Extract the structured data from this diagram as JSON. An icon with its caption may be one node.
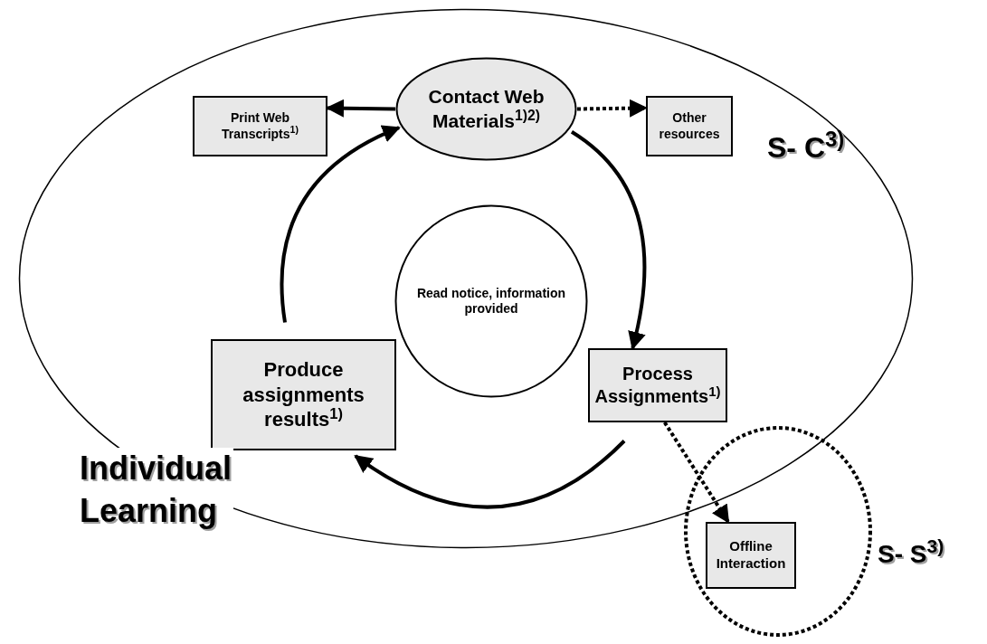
{
  "diagram": {
    "nodes": [
      {
        "text": [
          "S- C$^{3)}$"
        ]
      },
      {
        "text": [
          "Contact Web Materials$^{1)2)}$"
        ],
        "in": 0
      },
      {
        "text": [
          "Print Web Transcripts$^{1)}$"
        ],
        "in": 0
      },
      {
        "text": [
          "Other resources"
        ],
        "in": 0
      },
      {
        "text": [
          "Read notice, information provided"
        ],
        "in": 0
      },
      {
        "text": [
          "Produce assignments results$^{1)}$"
        ],
        "in": 0
      },
      {
        "text": [
          "Process Assignments$^{1)}$"
        ],
        "in": 0
      },
      {
        "text": [
          "S- S$^{3)}$"
        ]
      },
      {
        "text": [
          "Offline Interaction"
        ],
        "in": 7
      }
    ],
    "edges": [
      {
        "from": 1,
        "to": 2,
        "arrow": "to"
      },
      {
        "from": 1,
        "to": 3,
        "arrow": "to",
        "style": "dashed"
      },
      {
        "from": 1,
        "to": 6,
        "arrow": "to"
      },
      {
        "from": 6,
        "to": 5,
        "arrow": "to"
      },
      {
        "from": 5,
        "to": 1,
        "arrow": "to"
      },
      {
        "from": 6,
        "to": 8,
        "arrow": "to",
        "style": "dashed"
      }
    ],
    "labels": [
      "Individual Learning"
    ]
  }
}
